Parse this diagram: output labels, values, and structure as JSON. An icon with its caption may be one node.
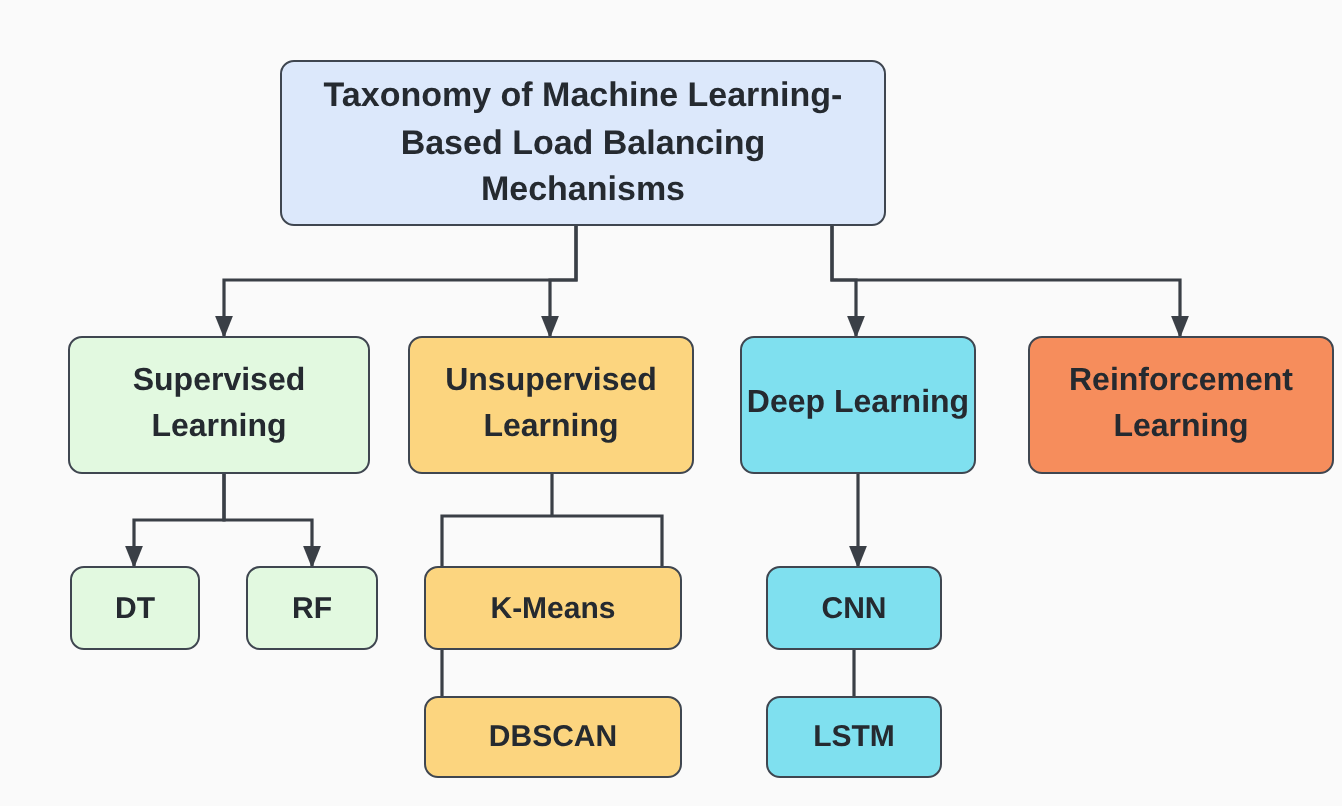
{
  "diagram": {
    "nodes": [
      {
        "text": [
          "Taxonomy of Machine Learning-Based Load Balancing Mechanisms"
        ]
      },
      {
        "text": [
          "Supervised Learning"
        ]
      },
      {
        "text": [
          "Unsupervised Learning"
        ]
      },
      {
        "text": [
          "Deep Learning"
        ]
      },
      {
        "text": [
          "Reinforcement Learning"
        ]
      },
      {
        "text": [
          "DT"
        ]
      },
      {
        "text": [
          "RF"
        ]
      },
      {
        "text": [
          "K-Means"
        ]
      },
      {
        "text": [
          "DBSCAN"
        ]
      },
      {
        "text": [
          "CNN"
        ]
      },
      {
        "text": [
          "LSTM"
        ]
      }
    ],
    "edges": [
      {
        "from": 0,
        "to": 1,
        "arrow": "to"
      },
      {
        "from": 0,
        "to": 2,
        "arrow": "to"
      },
      {
        "from": 0,
        "to": 3,
        "arrow": "to"
      },
      {
        "from": 0,
        "to": 4,
        "arrow": "to"
      },
      {
        "from": 1,
        "to": 5,
        "arrow": "to"
      },
      {
        "from": 1,
        "to": 6,
        "arrow": "to"
      },
      {
        "from": 2,
        "to": 7,
        "arrow": "none"
      },
      {
        "from": 7,
        "to": 8,
        "arrow": "none"
      },
      {
        "from": 3,
        "to": 9,
        "arrow": "to"
      },
      {
        "from": 9,
        "to": 10,
        "arrow": "none"
      }
    ]
  }
}
